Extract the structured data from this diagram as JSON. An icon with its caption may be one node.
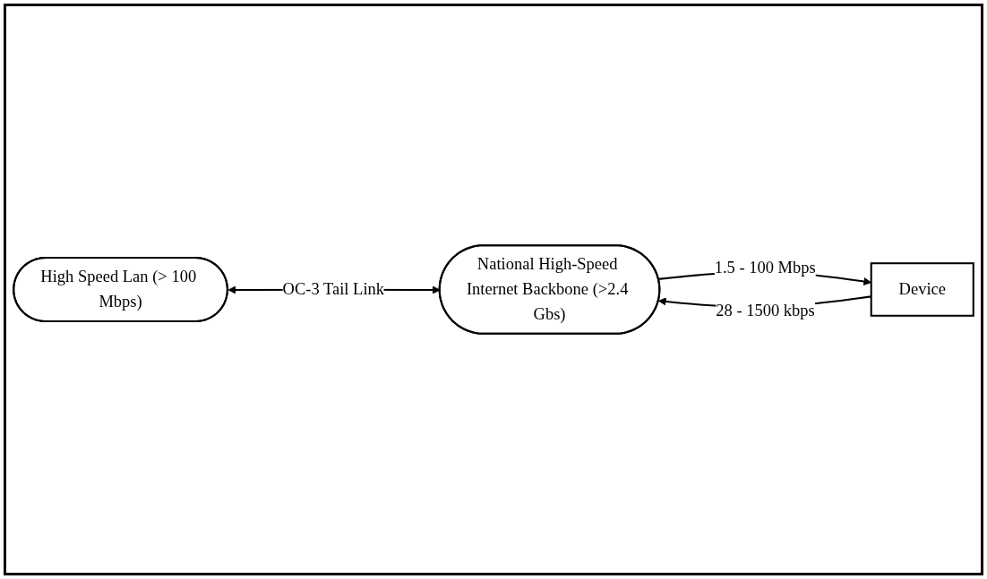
{
  "diagram": {
    "nodes": [
      {
        "text": [
          "High Speed Lan (> 100 Mbps)"
        ]
      },
      {
        "text": [
          "National High-Speed Internet Backbone (>2.4 Gbs)"
        ]
      },
      {
        "text": [
          "Device"
        ]
      }
    ],
    "edges": [
      {
        "from": 0,
        "to": 1,
        "arrow": "both",
        "label": "OC-3 Tail Link"
      },
      {
        "from": 2,
        "to": 1,
        "arrow": "to",
        "label": "28 - 1500 kbps"
      },
      {
        "from": 1,
        "to": 2,
        "arrow": "to",
        "label": "1.5 - 100 Mbps"
      }
    ]
  }
}
